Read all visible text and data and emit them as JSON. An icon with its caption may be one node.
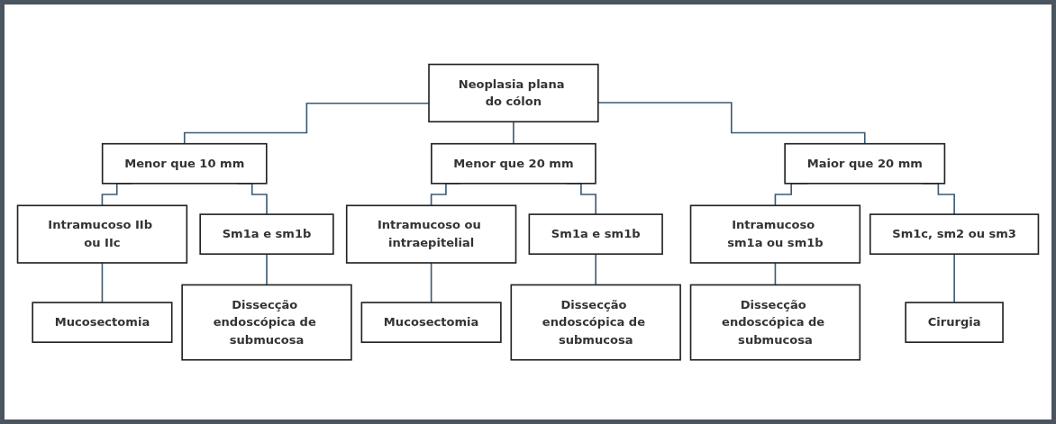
{
  "diagram": {
    "nodes": [
      {
        "text": [
          "Neoplasia plana do cólon"
        ]
      },
      {
        "text": [
          "Menor que 10 mm"
        ]
      },
      {
        "text": [
          "Menor que 20 mm"
        ]
      },
      {
        "text": [
          "Maior que 20 mm"
        ]
      },
      {
        "text": [
          "Intramucoso IIb ou IIc"
        ]
      },
      {
        "text": [
          "Sm1a e sm1b"
        ]
      },
      {
        "text": [
          "Intramucoso ou intraepitelial"
        ]
      },
      {
        "text": [
          "Sm1a e sm1b"
        ]
      },
      {
        "text": [
          "Intramucoso sm1a ou sm1b"
        ]
      },
      {
        "text": [
          "Sm1c, sm2 ou sm3"
        ]
      },
      {
        "text": [
          "Mucosectomia"
        ]
      },
      {
        "text": [
          "Dissecção endoscópica de submucosa"
        ]
      },
      {
        "text": [
          "Mucosectomia"
        ]
      },
      {
        "text": [
          "Dissecção endoscópica de submucosa"
        ]
      },
      {
        "text": [
          "Dissecção endoscópica de submucosa"
        ]
      },
      {
        "text": [
          "Cirurgia"
        ]
      }
    ],
    "edges": [
      {
        "from": 0,
        "to": 1,
        "arrow": "none"
      },
      {
        "from": 0,
        "to": 2,
        "arrow": "none"
      },
      {
        "from": 0,
        "to": 3,
        "arrow": "none"
      },
      {
        "from": 1,
        "to": 4,
        "arrow": "none"
      },
      {
        "from": 1,
        "to": 5,
        "arrow": "none"
      },
      {
        "from": 2,
        "to": 6,
        "arrow": "none"
      },
      {
        "from": 2,
        "to": 7,
        "arrow": "none"
      },
      {
        "from": 3,
        "to": 8,
        "arrow": "none"
      },
      {
        "from": 3,
        "to": 9,
        "arrow": "none"
      },
      {
        "from": 4,
        "to": 10,
        "arrow": "none"
      },
      {
        "from": 5,
        "to": 11,
        "arrow": "none"
      },
      {
        "from": 6,
        "to": 12,
        "arrow": "none"
      },
      {
        "from": 7,
        "to": 13,
        "arrow": "none"
      },
      {
        "from": 8,
        "to": 14,
        "arrow": "none"
      },
      {
        "from": 9,
        "to": 15,
        "arrow": "none"
      }
    ]
  }
}
